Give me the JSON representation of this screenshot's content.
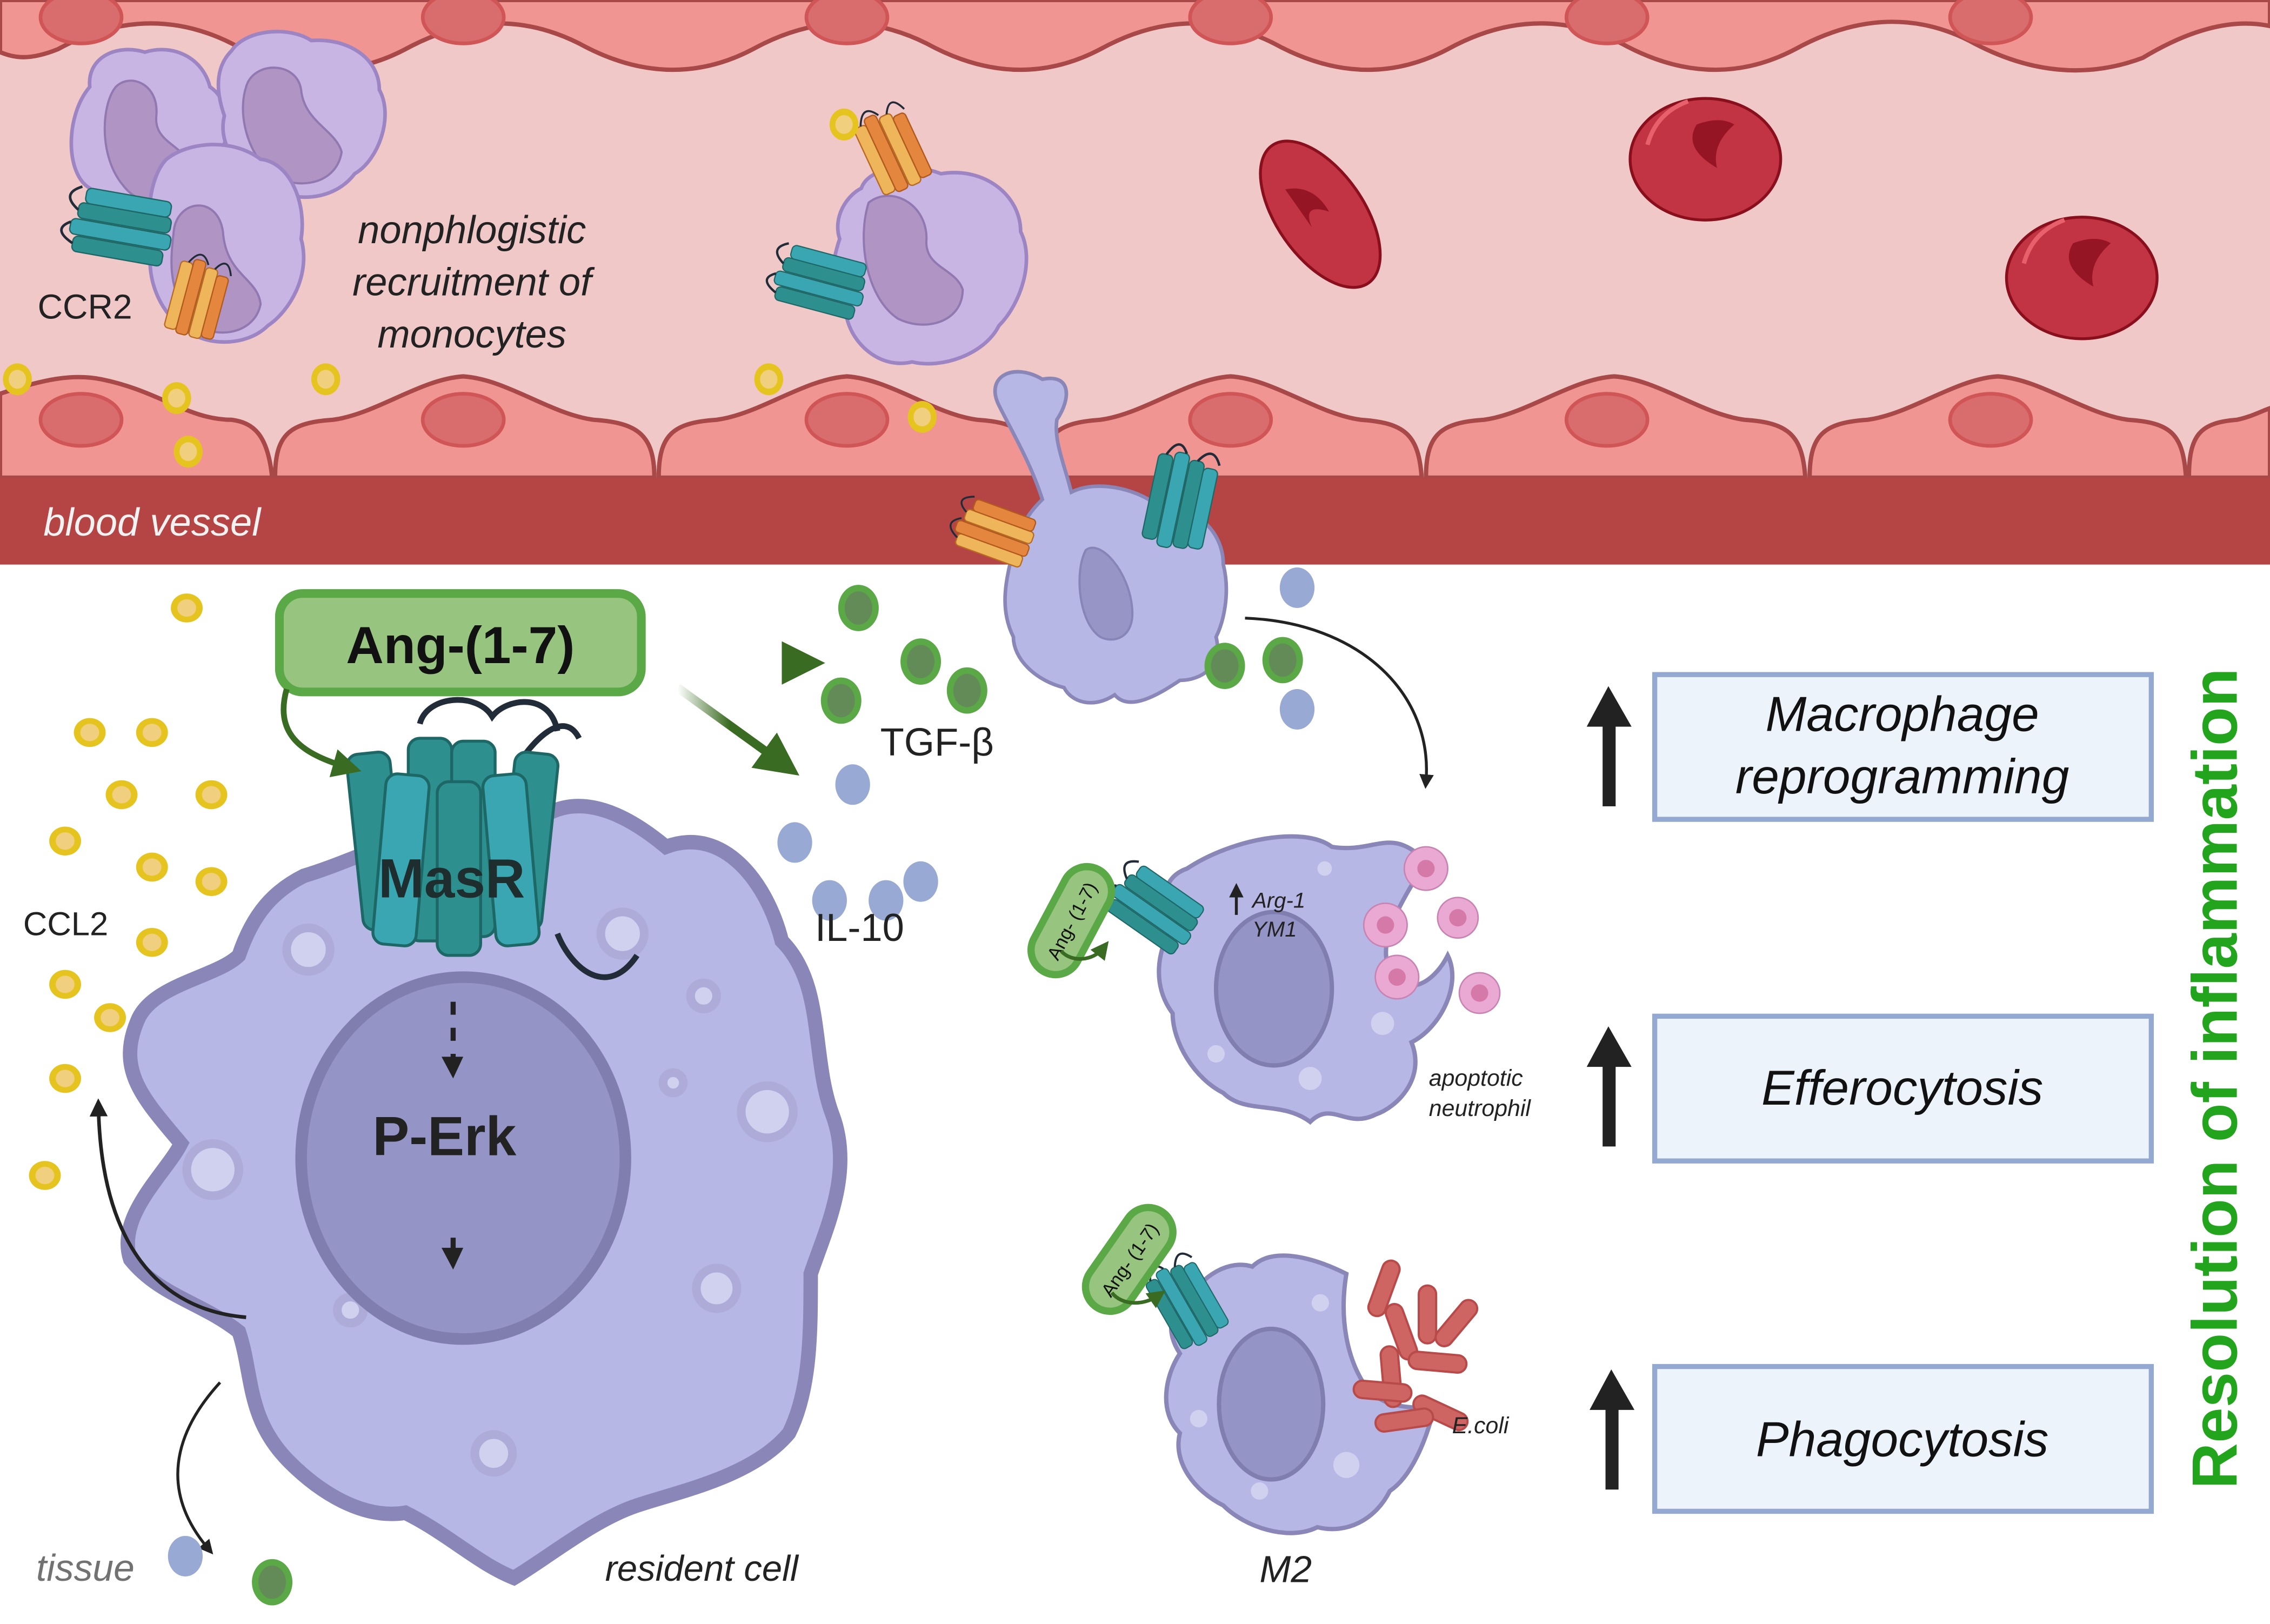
{
  "figure": {
    "regions": {
      "vessel_label": "blood vessel",
      "tissue_label": "tissue"
    },
    "recruitment": {
      "receptor_label": "CCR2",
      "caption_lines": [
        "nonphlogistic",
        "recruitment of",
        "monocytes"
      ]
    },
    "resident_cell": {
      "label": "resident cell",
      "ligand_label": "Ang-(1-7)",
      "receptor_label": "MasR",
      "signal_label": "P-Erk",
      "chemokine_label": "CCL2"
    },
    "cytokines": [
      {
        "name": "TGF-β",
        "color": "#5aa846"
      },
      {
        "name": "IL-10",
        "color": "#98aad3"
      }
    ],
    "efferocytosis_cell": {
      "ligand_label": "Ang- (1-7)",
      "markers": [
        "Arg-1",
        "YM1"
      ],
      "target_label_lines": [
        "apoptotic",
        "neutrophil"
      ]
    },
    "phagocytosis_cell": {
      "ligand_label": "Ang- (1-7)",
      "target_label": "E.coli",
      "phenotype_label": "M2"
    },
    "effects": [
      {
        "lines": [
          "Macrophage",
          "reprogramming"
        ],
        "direction": "up"
      },
      {
        "lines": [
          "Efferocytosis"
        ],
        "direction": "up"
      },
      {
        "lines": [
          "Phagocytosis"
        ],
        "direction": "up"
      }
    ],
    "outcome_label": "Resolution of inflammation",
    "colors": {
      "vessel_lumen": "#f0c8c8",
      "endothelium": "#f19593",
      "vessel_wall": "#b54545",
      "macrophage": "#b6b7e4",
      "masr": "#2d8f8e",
      "ccr2": "#e5863f",
      "ligand_green": "#5aa846",
      "outcome_green": "#22a51d",
      "ccl2_yellow": "#e6c41f",
      "rbc_red": "#c23444"
    }
  }
}
